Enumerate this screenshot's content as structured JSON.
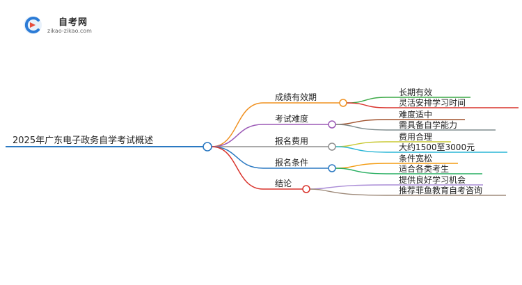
{
  "brand": {
    "name": "自考网",
    "url": "zikao-zikao.com"
  },
  "mindmap": {
    "root": "2025年广东电子政务自学考试概述",
    "branches": [
      {
        "label": "成绩有效期",
        "color": "#f0901f",
        "children": [
          {
            "label": "长期有效",
            "color": "#3aa845"
          },
          {
            "label": "灵活安排学习时间",
            "color": "#d9322b"
          }
        ]
      },
      {
        "label": "考试难度",
        "color": "#9b59b6",
        "children": [
          {
            "label": "难度适中",
            "color": "#a0522d"
          },
          {
            "label": "需具备自学能力",
            "color": "#7f8c8d"
          }
        ]
      },
      {
        "label": "报名费用",
        "color": "#8e8e8e",
        "children": [
          {
            "label": "费用合理",
            "color": "#c8c832"
          },
          {
            "label": "大约1500至3000元",
            "color": "#29b6d6"
          }
        ]
      },
      {
        "label": "报名条件",
        "color": "#2b79c2",
        "children": [
          {
            "label": "条件宽松",
            "color": "#f39c12"
          },
          {
            "label": "适合各类考生",
            "color": "#27ae60"
          }
        ]
      },
      {
        "label": "结论",
        "color": "#d9322b",
        "children": [
          {
            "label": "提供良好学习机会",
            "color": "#a98bd6"
          },
          {
            "label": "推荐菲鱼教育自考咨询",
            "color": "#9e8a7a"
          }
        ]
      }
    ]
  }
}
